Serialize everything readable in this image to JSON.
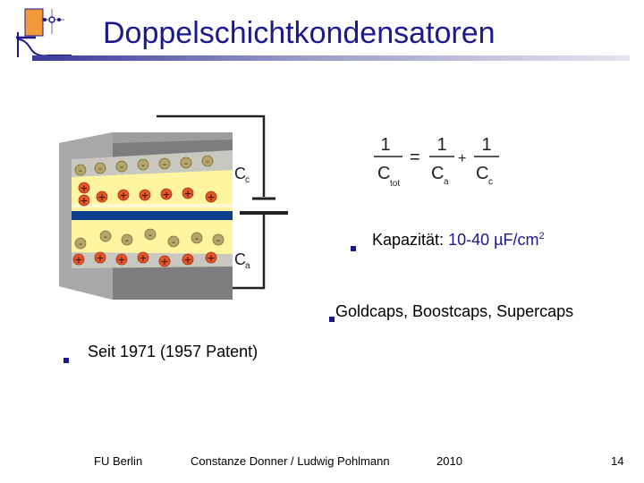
{
  "slide": {
    "title": "Doppelschichtkondensatoren",
    "page_number": "14"
  },
  "formula": {
    "lhs_numerator": "1",
    "lhs_denominator": "C",
    "lhs_subscript": "tot",
    "equals": "=",
    "a_numerator": "1",
    "a_denominator": "C",
    "a_subscript": "a",
    "plus": "+",
    "c_numerator": "1",
    "c_denominator": "C",
    "c_subscript": "c"
  },
  "bullets": {
    "capacity_label": "Kapazität:",
    "capacity_value": "10-40 µF/cm",
    "capacity_exponent": "2",
    "names": "Goldcaps, Boostcaps, Supercaps",
    "since": "Seit 1971 (1957 Patent)"
  },
  "diagram": {
    "label_cc": "C",
    "label_cc_sub": "c",
    "label_ca": "C",
    "label_ca_sub": "a",
    "plus_sign": "+",
    "minus_sign": "-"
  },
  "footer": {
    "institution": "FU Berlin",
    "authors": "Constanze Donner / Ludwig Pohlmann",
    "year": "2010"
  },
  "colors": {
    "title": "#1a1a8c",
    "electrolyte": "#fff5a0",
    "separator": "#0b3f8c",
    "positive_ion": "#e04a1a",
    "negative_ion": "#b0a070",
    "electrode": "#8a8a8a"
  }
}
